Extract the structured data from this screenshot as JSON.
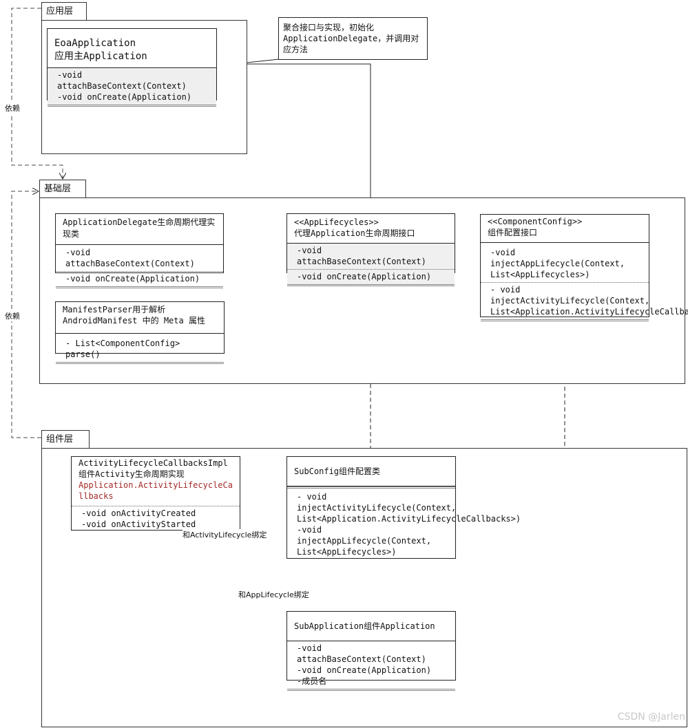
{
  "packages": {
    "app": "应用层",
    "base": "基础层",
    "comp": "组件层"
  },
  "classes": {
    "eoa": {
      "name": "EoaApplication",
      "desc": "应用主Application",
      "ops": [
        "-void attachBaseContext(Context)",
        "-void onCreate(Application)"
      ]
    },
    "delegate": {
      "name": "ApplicationDelegate生命周期代理实现类",
      "ops": [
        "-void attachBaseContext(Context)",
        "-void onCreate(Application)"
      ]
    },
    "applifecycles": {
      "stereotype": "<<AppLifecycles>>",
      "desc": "代理Application生命周期接口",
      "ops": [
        "-void attachBaseContext(Context)",
        "-void onCreate(Application)"
      ]
    },
    "componentconfig": {
      "stereotype": "<<ComponentConfig>>",
      "desc": "组件配置接口",
      "ops": [
        "-void injectAppLifecycle(Context, List<AppLifecycles>)",
        "- void injectActivityLifecycle(Context, List<Application.ActivityLifecycleCallbacks>)"
      ]
    },
    "manifest": {
      "name": "ManifestParser用于解析AndroidManifest 中的 Meta 属性",
      "ops": [
        "- List<ComponentConfig> parse()"
      ]
    },
    "callbacks": {
      "name": "ActivityLifecycleCallbacksImpl",
      "desc": "组件Activity生命周期实现",
      "iface": "Application.ActivityLifecycleCallbacks",
      "ops": [
        "-void onActivityCreated",
        "-void onActivityStarted"
      ]
    },
    "subconfig": {
      "name": "SubConfig组件配置类",
      "ops": [
        "- void injectActivityLifecycle(Context, List<Application.ActivityLifecycleCallbacks>)",
        "-void injectAppLifecycle(Context, List<AppLifecycles>)"
      ]
    },
    "subapp": {
      "name": "SubApplication组件Application",
      "ops": [
        "-void attachBaseContext(Context)",
        "-void onCreate(Application)",
        "-成员名"
      ]
    }
  },
  "note": "聚合接口与实现，初始化ApplicationDelegate，并调用对应方法",
  "labels": {
    "dep1": "依赖",
    "dep2": "依赖",
    "bind_activity": "和ActivityLifecycle绑定",
    "bind_app": "和AppLifecycle绑定"
  },
  "watermark": "CSDN @Jarlen"
}
